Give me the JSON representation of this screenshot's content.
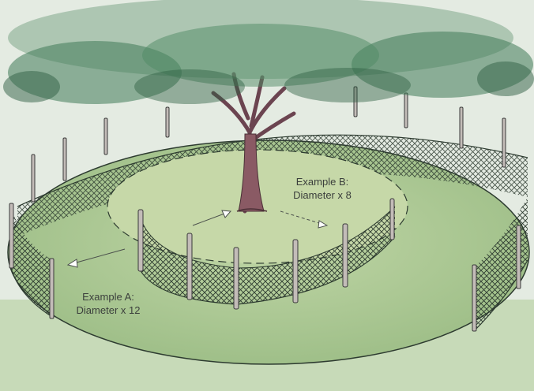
{
  "examples": {
    "a": {
      "name": "Example A:",
      "rule": "Diameter x 12"
    },
    "b": {
      "name": "Example B:",
      "rule": "Diameter x 8"
    }
  },
  "colors": {
    "background": "#e4ebe2",
    "lawn": "#a4c48e",
    "inner_lawn": "#c6d8a8",
    "foliage": "#3f7a57",
    "trunk": "#8a5a64",
    "fence_post": "#c3bcb8",
    "mesh": "#2c3a2f"
  },
  "icons": [
    "tree-icon",
    "arrow-icon"
  ]
}
